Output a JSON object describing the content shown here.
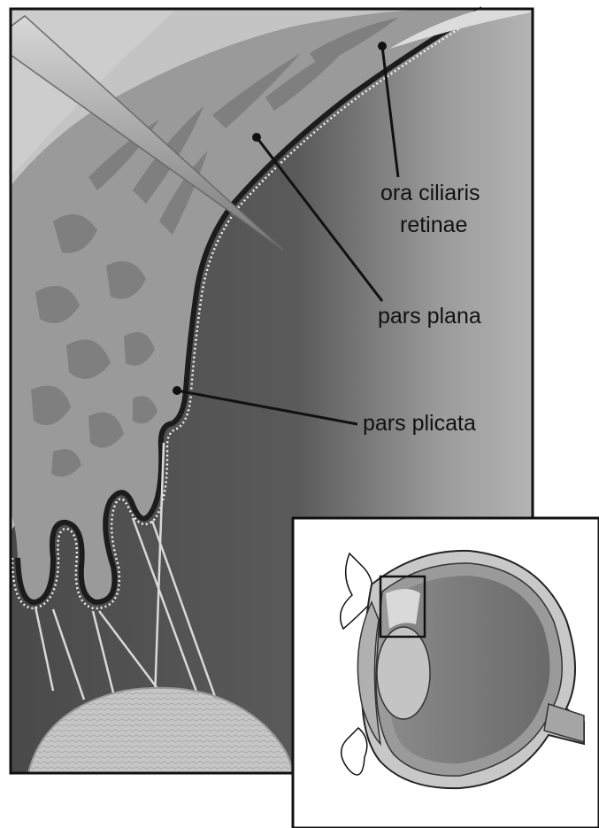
{
  "labels": {
    "ora_line1": "ora ciliaris",
    "ora_line2": "retinae",
    "pars_plana": "pars plana",
    "pars_plicata": "pars plicata"
  },
  "colors": {
    "background": "#ffffff",
    "frame": "#111111",
    "dark_interior": "#4a4a4a",
    "light_gradient": "#b4b4b4",
    "sclera": "#c4c4c4",
    "ciliary_body": "#9a9a9a",
    "ciliary_blobs": "#7f7f7f",
    "pigment_layer": "#1c1c1c",
    "lens": "#c9c9c9"
  },
  "icons": [
    "surgical-needle",
    "eye-cross-section-inset",
    "magnification-box"
  ]
}
